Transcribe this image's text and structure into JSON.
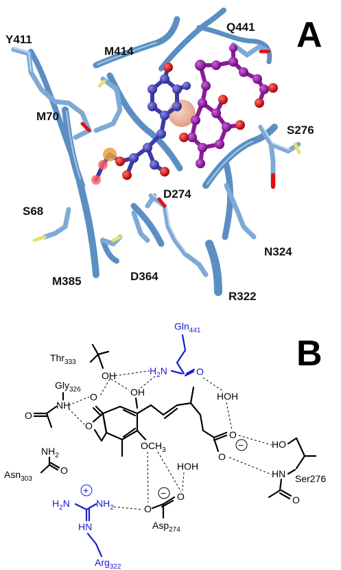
{
  "panel_a": {
    "letter": "A",
    "residues": {
      "y411": "Y411",
      "q441": "Q441",
      "m414": "M414",
      "m70": "M70",
      "s276": "S276",
      "d274": "D274",
      "s68": "S68",
      "n324": "N324",
      "m385": "M385",
      "d364": "D364",
      "r322": "R322"
    },
    "colors": {
      "protein": "#5b8fc4",
      "ligand_blue": "#3a3aa8",
      "ligand_purple": "#8a1a9a",
      "oxygen": "#e01010",
      "sulfur": "#e8e070",
      "phosphorus": "#e8a040"
    }
  },
  "panel_b": {
    "letter": "B",
    "labels": {
      "gln_main": "Gln",
      "gln_sub": "441",
      "thr_main": "Thr",
      "thr_sub": "333",
      "gly_main": "Gly",
      "gly_sub": "326",
      "asn_main": "Asn",
      "asn_sub": "303",
      "asp_main": "Asp",
      "asp_sub": "274",
      "arg_main": "Arg",
      "arg_sub": "322",
      "ser": "Ser276",
      "oh_thr": "OH",
      "oh_lig": "OH",
      "hoh_top": "HOH",
      "hoh_mid": "HOH",
      "ho_ser": "HO",
      "h2n_gln": "H",
      "h2n_gln_sub": "2",
      "h2n_gln_n": "N",
      "nh_gly": "NH",
      "nh2_asn": "NH",
      "nh2_asn_sub": "2",
      "hn_ser": "HN",
      "och3": "OCH",
      "och3_sub": "3",
      "h2n_arg": "H",
      "h2n_arg_sub": "2",
      "h2n_arg_n": "N",
      "nh2_arg": "NH",
      "nh2_arg_sub": "2",
      "hn_arg": "HN",
      "plus": "+",
      "minus1": "−",
      "minus2": "−",
      "o": "O"
    },
    "colors": {
      "black": "#000000",
      "blue": "#1a1acc"
    }
  }
}
